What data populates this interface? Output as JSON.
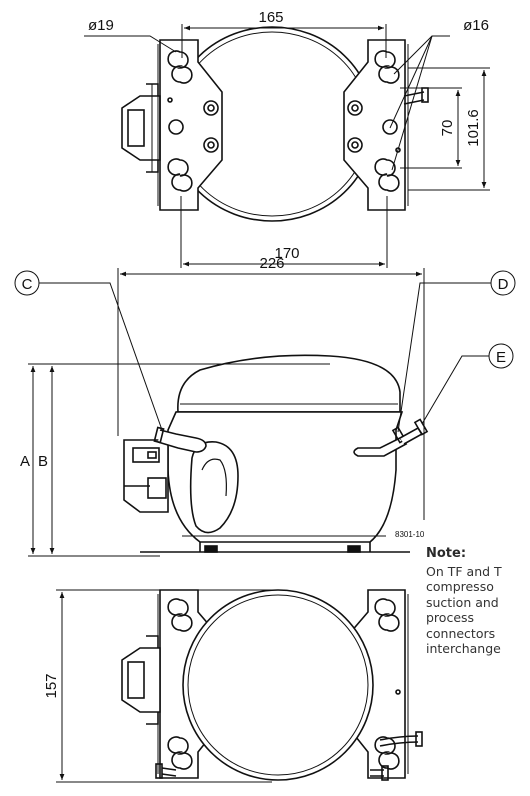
{
  "top_view": {
    "dim_dia_left": "ø19",
    "dim_width_top": "165",
    "dim_dia_right": "ø16",
    "dim_vertical_inner": "70",
    "dim_vertical_outer": "101.6",
    "dim_width_bottom": "170"
  },
  "side_view": {
    "callout_c": "C",
    "callout_d": "D",
    "callout_e": "E",
    "dim_width": "226",
    "dim_height_a": "A",
    "dim_height_b": "B",
    "figure_ref": "8301-10"
  },
  "bottom_view": {
    "dim_depth": "157"
  },
  "note": {
    "title": "Note:",
    "text": "On TF and T\ncompresso\nsuction and\nprocess\nconnectors\ninterchange"
  }
}
